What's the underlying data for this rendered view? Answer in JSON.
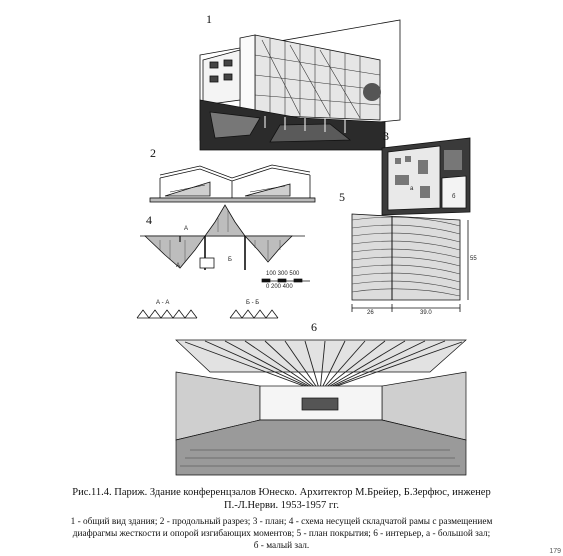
{
  "labels": {
    "n1": "1",
    "n2": "2",
    "n3": "3",
    "n4": "4",
    "n5": "5",
    "n6": "6",
    "sec_aa": "А - А",
    "sec_bb": "Б - Б",
    "mark_a_top": "А",
    "mark_a_bot": "А",
    "mark_b": "Б",
    "mark_a_plan": "а",
    "mark_b_plan": "б",
    "scale_top": "100   300   500",
    "scale_bot": "0   200   400",
    "dim_left": "26",
    "dim_right": "39.0",
    "dim_side": "55"
  },
  "caption": {
    "title_line1": "Рис.11.4. Париж. Здание конференцзалов Юнеско. Архитектор М.Брейер, Б.Зерфюс, инженер",
    "title_line2": "П.-Л.Нерви. 1953-1957 гг.",
    "body_line1": "1 - общий вид здания; 2 - продольный разрез; 3 - план; 4 - схема несущей складчатой рамы с размещением",
    "body_line2": "диафрагмы жесткости и опорой изгибающих моментов; 5 - план покрытия; 6 - интерьер, а - большой зал;",
    "body_line3": "б - малый зал."
  },
  "page_number": "179"
}
